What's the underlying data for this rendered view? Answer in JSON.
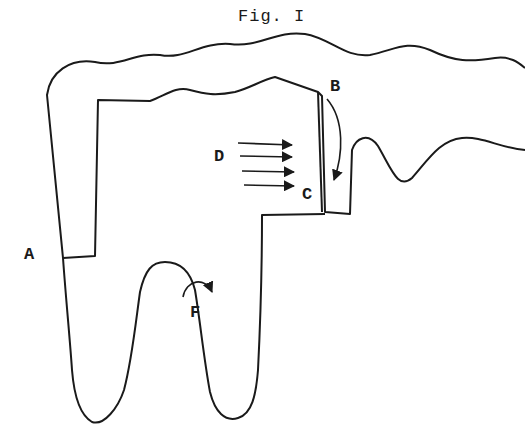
{
  "diagram": {
    "title": "Fig. I",
    "labels": [
      "A",
      "B",
      "C",
      "D",
      "F"
    ]
  }
}
